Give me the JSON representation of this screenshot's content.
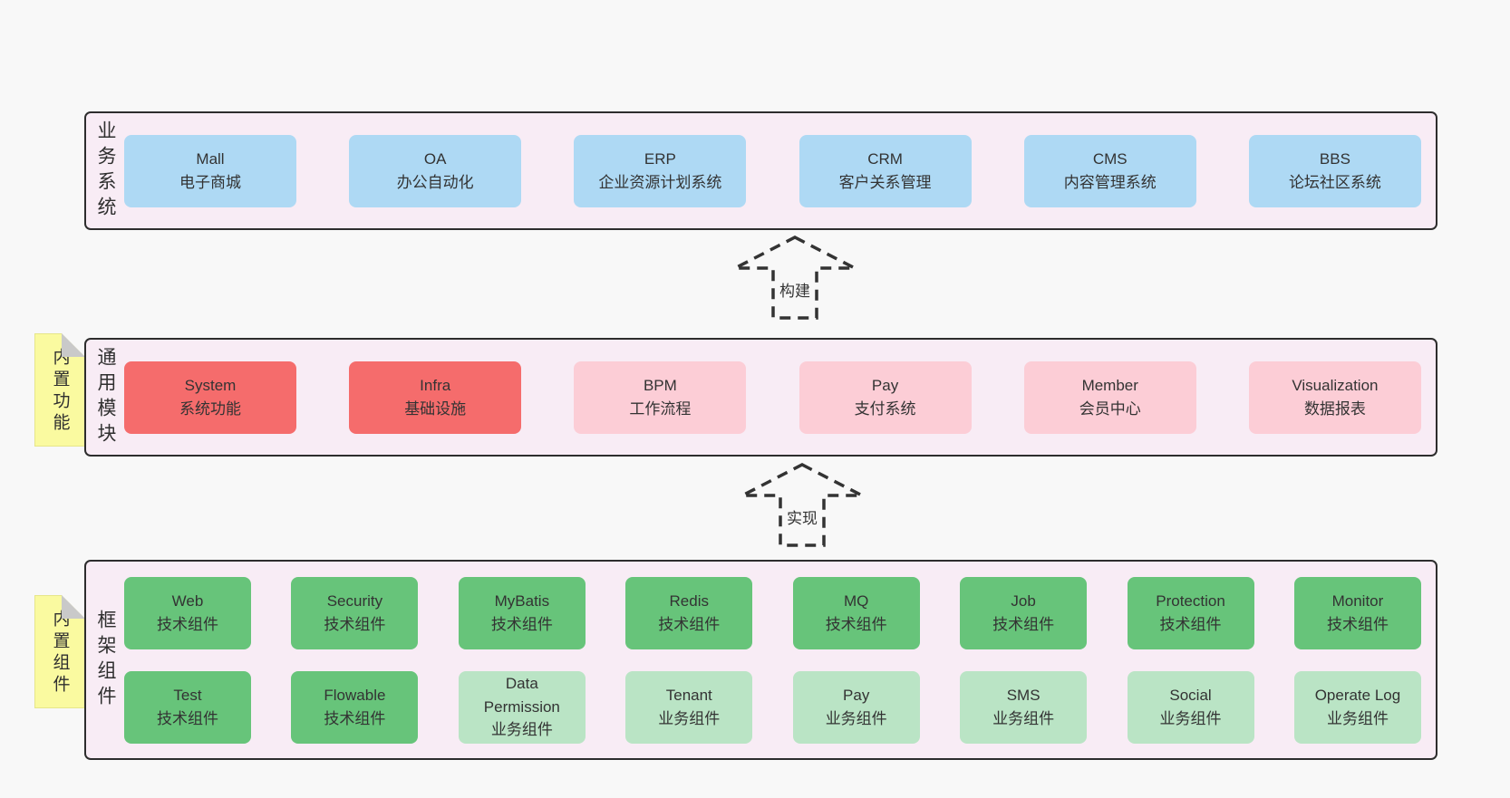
{
  "colors": {
    "page_background": "#f8f8f8",
    "section_background": "#f8ecf5",
    "section_border": "#2d2d2d",
    "business_box": "#aed9f4",
    "core_module_box": "#f56c6c",
    "optional_module_box": "#fccdd6",
    "tech_component_box": "#67c47a",
    "biz_component_box": "#bae4c5",
    "sticky_tag": "#fafaa0",
    "sticky_fold": "#c9c9c9",
    "text": "#333333"
  },
  "arrows": [
    {
      "label": "构建"
    },
    {
      "label": "实现"
    }
  ],
  "sections": {
    "business": {
      "label": "业务系统",
      "boxes": [
        {
          "en": "Mall",
          "zh": "电子商城",
          "variant": "blue"
        },
        {
          "en": "OA",
          "zh": "办公自动化",
          "variant": "blue"
        },
        {
          "en": "ERP",
          "zh": "企业资源计划系统",
          "variant": "blue"
        },
        {
          "en": "CRM",
          "zh": "客户关系管理",
          "variant": "blue"
        },
        {
          "en": "CMS",
          "zh": "内容管理系统",
          "variant": "blue"
        },
        {
          "en": "BBS",
          "zh": "论坛社区系统",
          "variant": "blue"
        }
      ]
    },
    "modules": {
      "label": "通用模块",
      "tag": "内置功能",
      "boxes": [
        {
          "en": "System",
          "zh": "系统功能",
          "variant": "red"
        },
        {
          "en": "Infra",
          "zh": "基础设施",
          "variant": "red"
        },
        {
          "en": "BPM",
          "zh": "工作流程",
          "variant": "pink"
        },
        {
          "en": "Pay",
          "zh": "支付系统",
          "variant": "pink"
        },
        {
          "en": "Member",
          "zh": "会员中心",
          "variant": "pink"
        },
        {
          "en": "Visualization",
          "zh": "数据报表",
          "variant": "pink"
        }
      ]
    },
    "framework": {
      "label": "框架组件",
      "tag": "内置组件",
      "rows": [
        [
          {
            "en": "Web",
            "zh": "技术组件",
            "variant": "green"
          },
          {
            "en": "Security",
            "zh": "技术组件",
            "variant": "green"
          },
          {
            "en": "MyBatis",
            "zh": "技术组件",
            "variant": "green"
          },
          {
            "en": "Redis",
            "zh": "技术组件",
            "variant": "green"
          },
          {
            "en": "MQ",
            "zh": "技术组件",
            "variant": "green"
          },
          {
            "en": "Job",
            "zh": "技术组件",
            "variant": "green"
          },
          {
            "en": "Protection",
            "zh": "技术组件",
            "variant": "green"
          },
          {
            "en": "Monitor",
            "zh": "技术组件",
            "variant": "green"
          }
        ],
        [
          {
            "en": "Test",
            "zh": "技术组件",
            "variant": "green"
          },
          {
            "en": "Flowable",
            "zh": "技术组件",
            "variant": "green"
          },
          {
            "en": "Data Permission",
            "zh": "业务组件",
            "variant": "lightgreen"
          },
          {
            "en": "Tenant",
            "zh": "业务组件",
            "variant": "lightgreen"
          },
          {
            "en": "Pay",
            "zh": "业务组件",
            "variant": "lightgreen"
          },
          {
            "en": "SMS",
            "zh": "业务组件",
            "variant": "lightgreen"
          },
          {
            "en": "Social",
            "zh": "业务组件",
            "variant": "lightgreen"
          },
          {
            "en": "Operate Log",
            "zh": "业务组件",
            "variant": "lightgreen"
          }
        ]
      ]
    }
  }
}
